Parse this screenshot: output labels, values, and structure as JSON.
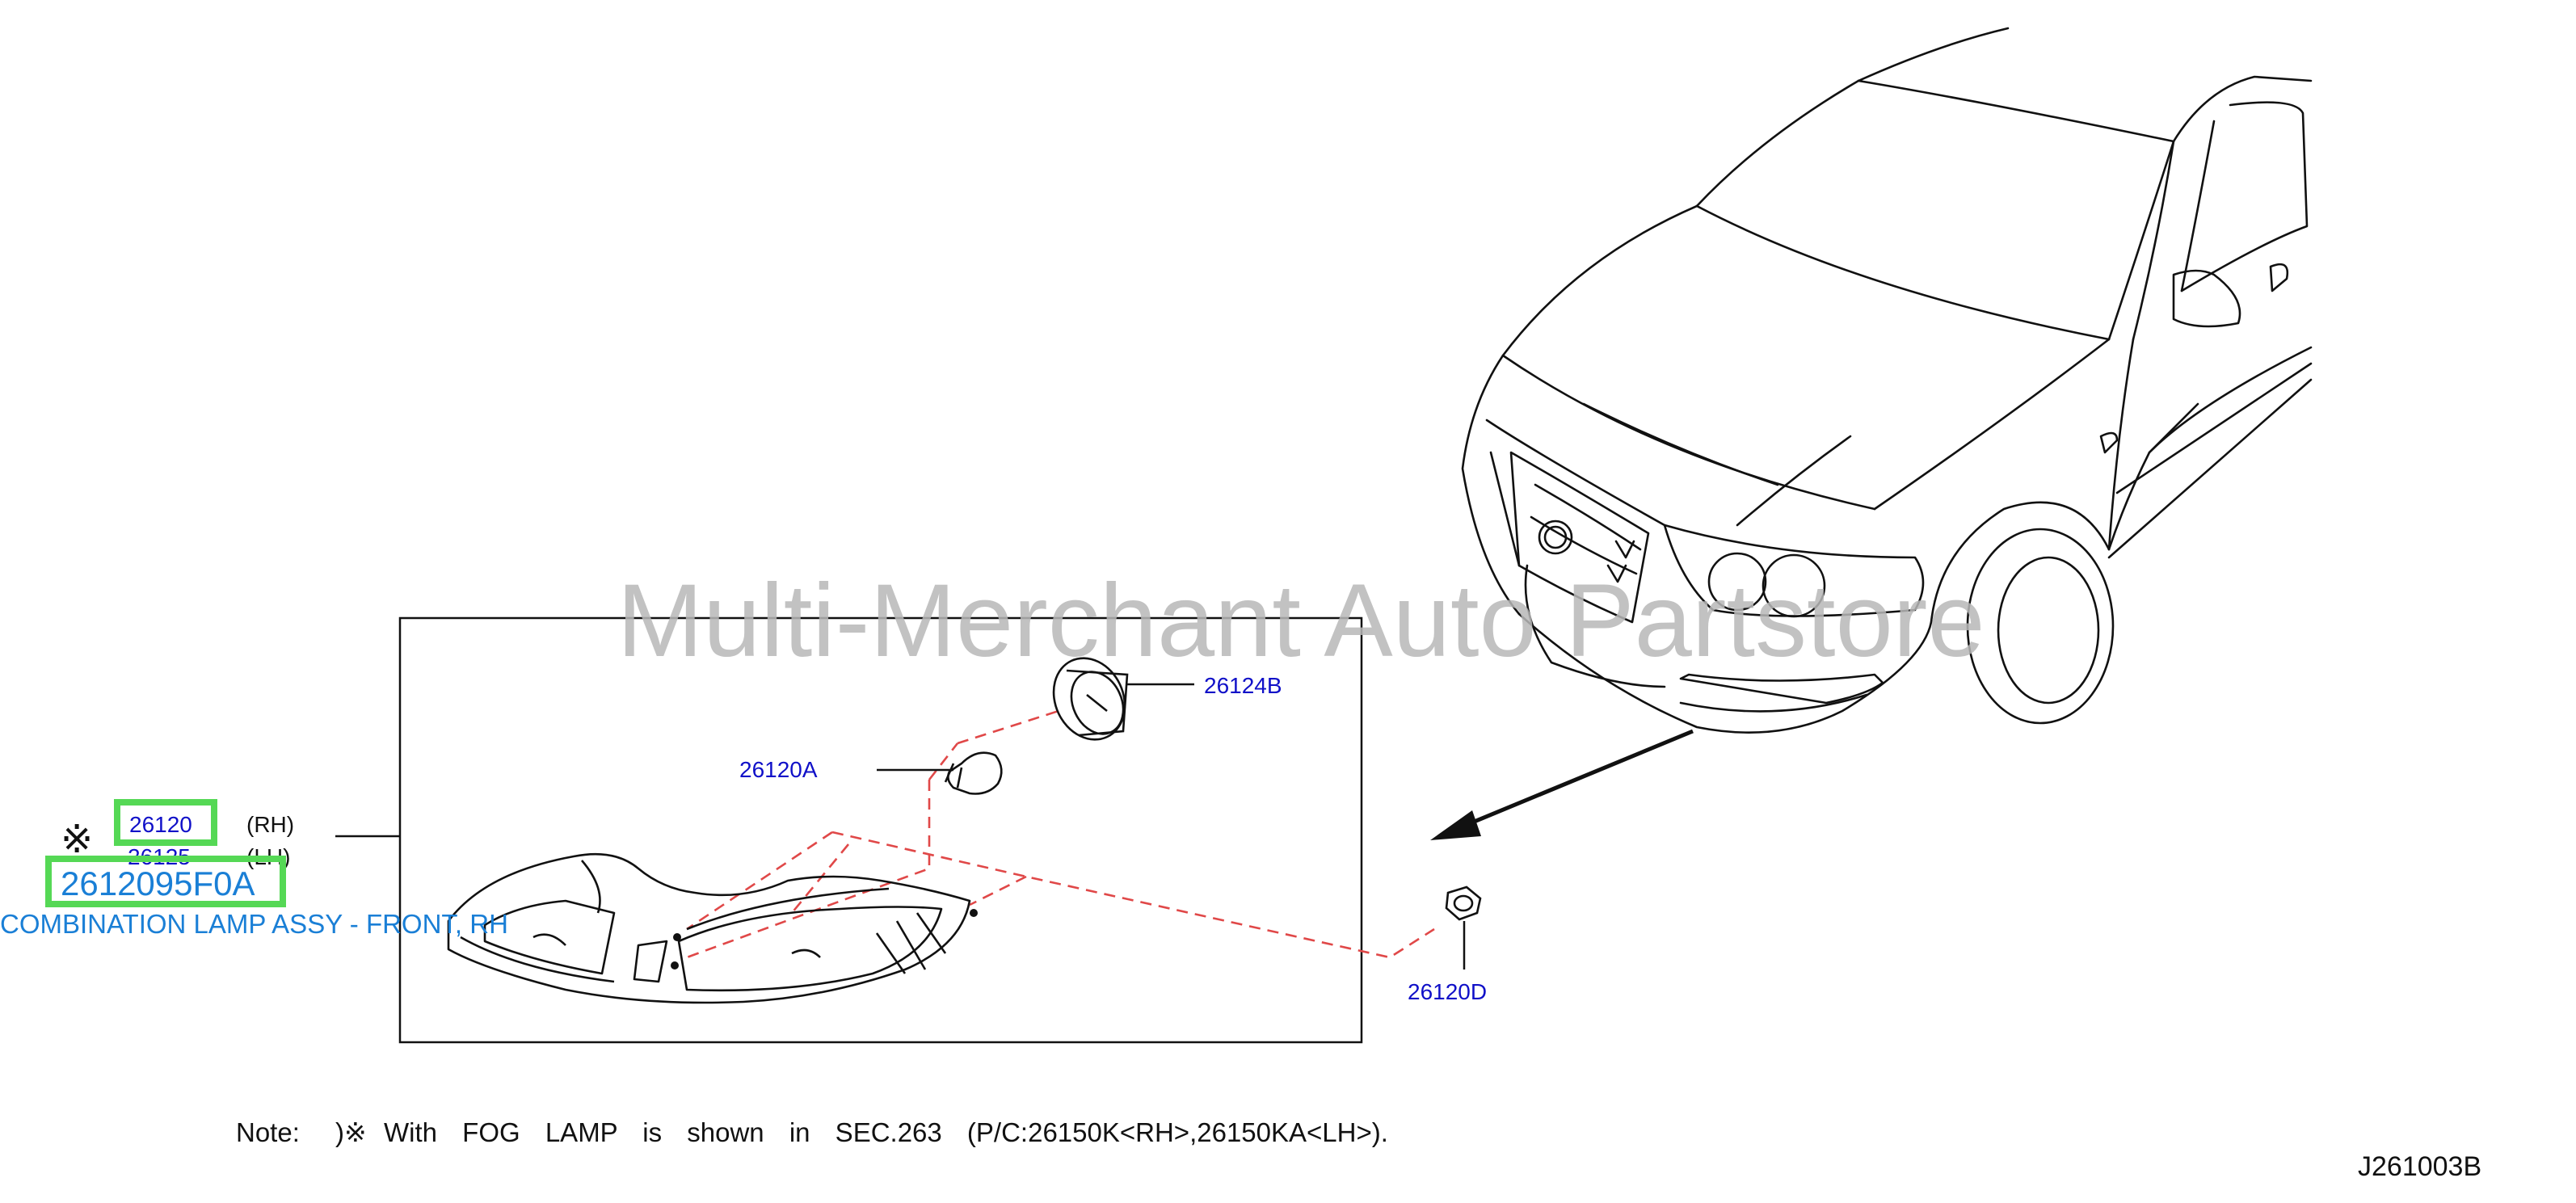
{
  "diagram": {
    "watermark": "Multi-Merchant Auto Partstore",
    "figure_code": "J261003B",
    "colors": {
      "line": "#111111",
      "leader_dash": "#e04848",
      "callout_text": "#1010c8",
      "highlight_text": "#1a7fd6",
      "highlight_border": "#55d855",
      "watermark": "#b8b8b8"
    },
    "parts": {
      "lamp_assy_rh_code": "26120",
      "lamp_assy_rh_side": "(RH)",
      "lamp_assy_lh_code": "26125",
      "lamp_assy_lh_side": "(LH)",
      "bulb_code": "26120A",
      "socket_code": "26124B",
      "nut_code": "26120D",
      "reference_mark": "※"
    },
    "selected": {
      "part_number": "2612095F0A",
      "description": "COMBINATION LAMP ASSY - FRONT, RH"
    },
    "note": {
      "label": "Note:",
      "symbol": ")※",
      "text": "With FOG LAMP is shown in SEC.263 (P/C:26150K<RH>,26150KA<LH>)."
    }
  }
}
